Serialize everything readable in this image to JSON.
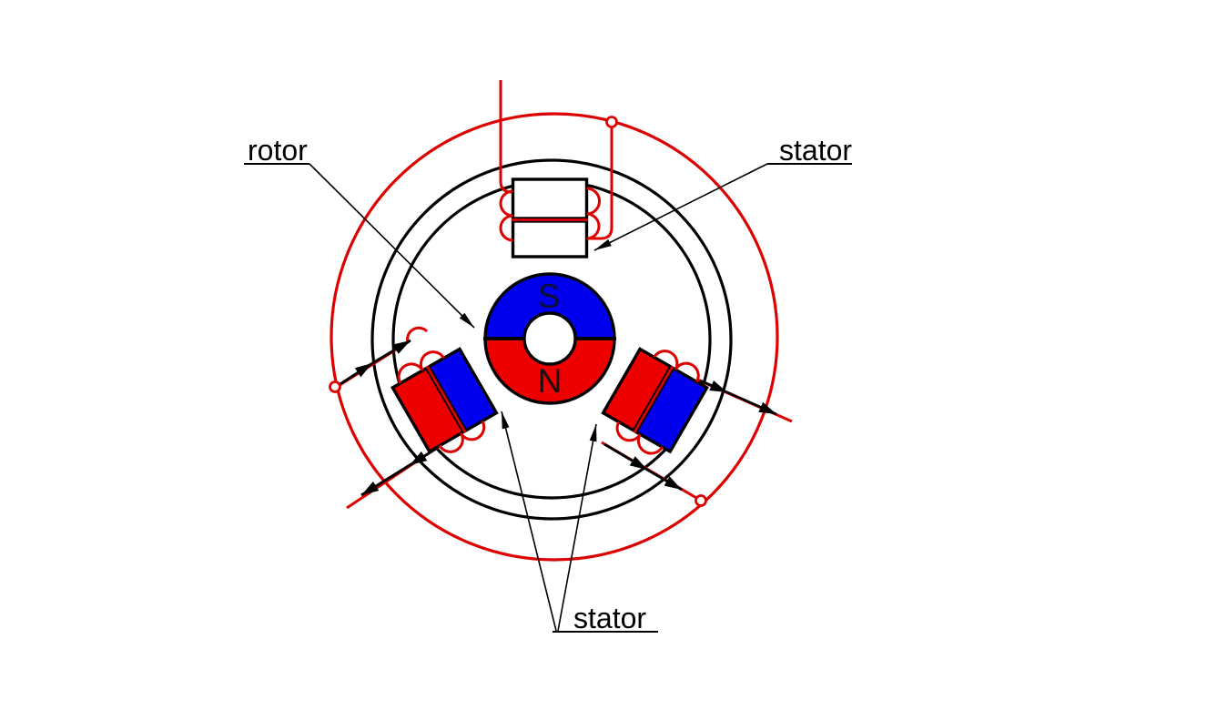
{
  "diagram": {
    "labels": {
      "rotor": "rotor",
      "stator_top_right": "stator",
      "stator_bottom": "stator"
    },
    "rotor_magnet": {
      "south_letter": "S",
      "north_letter": "N"
    },
    "colors": {
      "line_red": "#dd0000",
      "magnet_red": "#ee0000",
      "magnet_blue": "#0000ee",
      "line_black": "#000000",
      "background": "#ffffff"
    }
  }
}
